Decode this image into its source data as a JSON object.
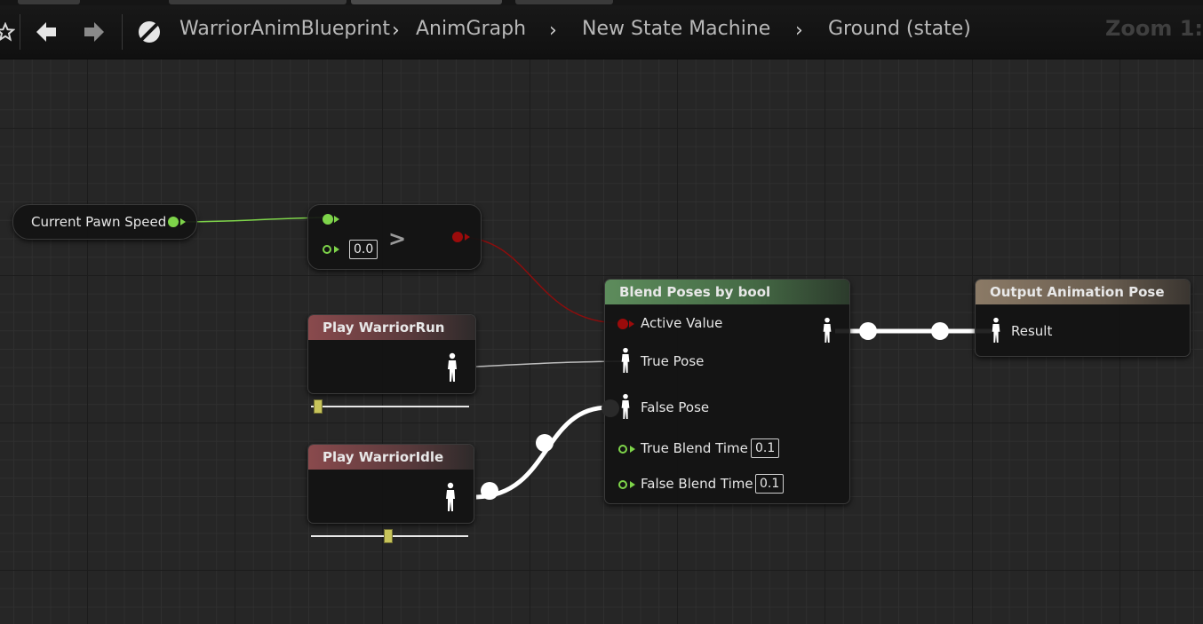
{
  "breadcrumb": {
    "items": [
      "WarriorAnimBlueprint",
      "AnimGraph",
      "New State Machine",
      "Ground (state)"
    ],
    "zoom": "Zoom 1:"
  },
  "nodes": {
    "current_pawn_speed": {
      "label": "Current Pawn Speed"
    },
    "greater": {
      "operator": ">",
      "b_value": "0.0"
    },
    "play_run": {
      "title": "Play WarriorRun",
      "play_rate": 0.02
    },
    "play_idle": {
      "title": "Play WarriorIdle",
      "play_rate": 0.49
    },
    "blend": {
      "title": "Blend Poses by bool",
      "active_value": "Active Value",
      "true_pose": "True Pose",
      "false_pose": "False Pose",
      "true_blend_time": "True Blend Time",
      "true_blend_value": "0.1",
      "false_blend_time": "False Blend Time",
      "false_blend_value": "0.1"
    },
    "output": {
      "title": "Output Animation Pose",
      "result": "Result"
    }
  },
  "colors": {
    "float_pin": "#7ed44a",
    "bool_pin": "#9b0b0b",
    "pose_wire": "#ffffff",
    "grid_bg": "#262626"
  }
}
